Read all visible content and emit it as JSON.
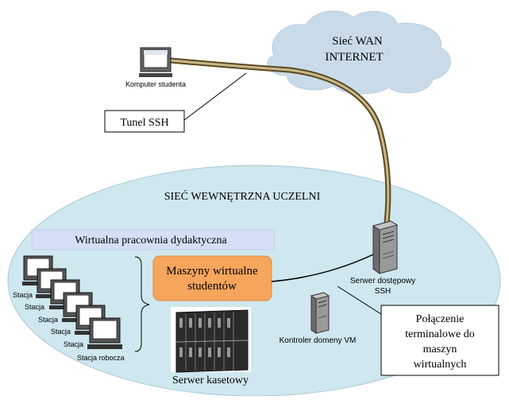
{
  "labels": {
    "wan_line1": "Sieć WAN",
    "wan_line2": "INTERNET",
    "student_pc": "Komputer studenta",
    "ssh_tunnel": "Tunel SSH",
    "internal_network": "SIEĆ WEWNĘTRZNA UCZELNI",
    "virtual_lab": "Wirtualna pracownia dydaktyczna",
    "vm_line1": "Maszyny wirtualne",
    "vm_line2": "studentów",
    "access_server_line1": "Serwer dostępowy",
    "access_server_line2": "SSH",
    "domain_controller": "Kontroler domeny VM",
    "blade_server": "Serwer kasetowy",
    "terminal_line1": "Połączenie",
    "terminal_line2": "terminalowe do",
    "terminal_line3": "maszyn",
    "terminal_line4": "wirtualnych",
    "workstations": [
      "Stacja",
      "Stacja",
      "Stacja",
      "Stacja",
      "Stacja",
      "Stacja robocza"
    ]
  },
  "colors": {
    "cloud": "#c9dbe9",
    "ellipse": "#cfe7ef",
    "lab_bar": "#d4dff6",
    "vm_box": "#f6a55c",
    "cable": "#8a7a4a"
  }
}
